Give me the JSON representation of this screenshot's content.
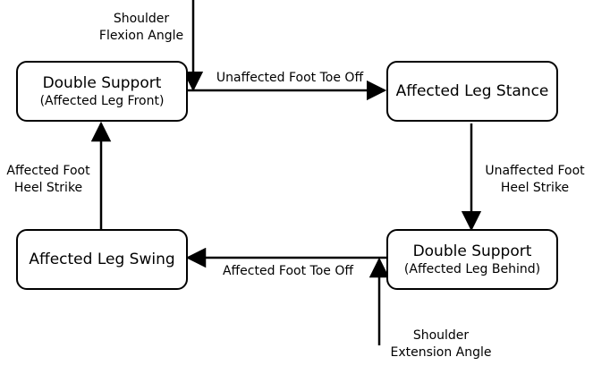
{
  "states": {
    "ds_front": {
      "line1": "Double Support",
      "line2": "(Affected Leg Front)"
    },
    "stance": {
      "line1": "Affected Leg Stance"
    },
    "ds_behind": {
      "line1": "Double Support",
      "line2": "(Affected Leg Behind)"
    },
    "swing": {
      "line1": "Affected Leg Swing"
    }
  },
  "transitions": {
    "unaffected_toe_off": "Unaffected Foot Toe Off",
    "unaffected_heel_strike": {
      "line1": "Unaffected Foot",
      "line2": "Heel Strike"
    },
    "affected_toe_off": "Affected Foot Toe Off",
    "affected_heel_strike": {
      "line1": "Affected Foot",
      "line2": "Heel Strike"
    }
  },
  "inputs": {
    "shoulder_flexion": {
      "line1": "Shoulder",
      "line2": "Flexion Angle"
    },
    "shoulder_extension": {
      "line1": "Shoulder",
      "line2": "Extension Angle"
    }
  }
}
